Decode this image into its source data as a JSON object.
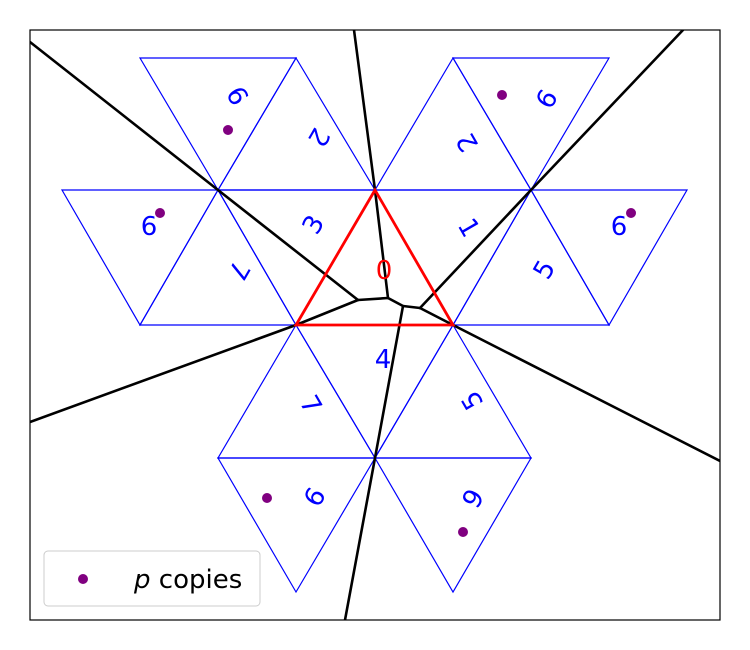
{
  "colors": {
    "triangle_edges": "#0000ff",
    "triangle_labels": "#0000ff",
    "central_triangle": "#ff0000",
    "voronoi_edges": "#000000",
    "points": "#800080",
    "frame": "#000000"
  },
  "central_triangle": {
    "label": "0"
  },
  "triangle_labels": {
    "t9_top_left": "9",
    "t2_top_left": "2",
    "t2_top_right": "2",
    "t9_top_right": "9",
    "t6_left": "6",
    "t3": "3",
    "t1": "1",
    "t6_right": "6",
    "t7_left": "7",
    "t5_right": "5",
    "t4": "4",
    "t7_bottom": "7",
    "t5_bottom": "5",
    "t9_bottom_left": "9",
    "t9_bottom_right": "9"
  },
  "legend": {
    "marker": "purple-dot",
    "var": "p",
    "text": " copies"
  }
}
